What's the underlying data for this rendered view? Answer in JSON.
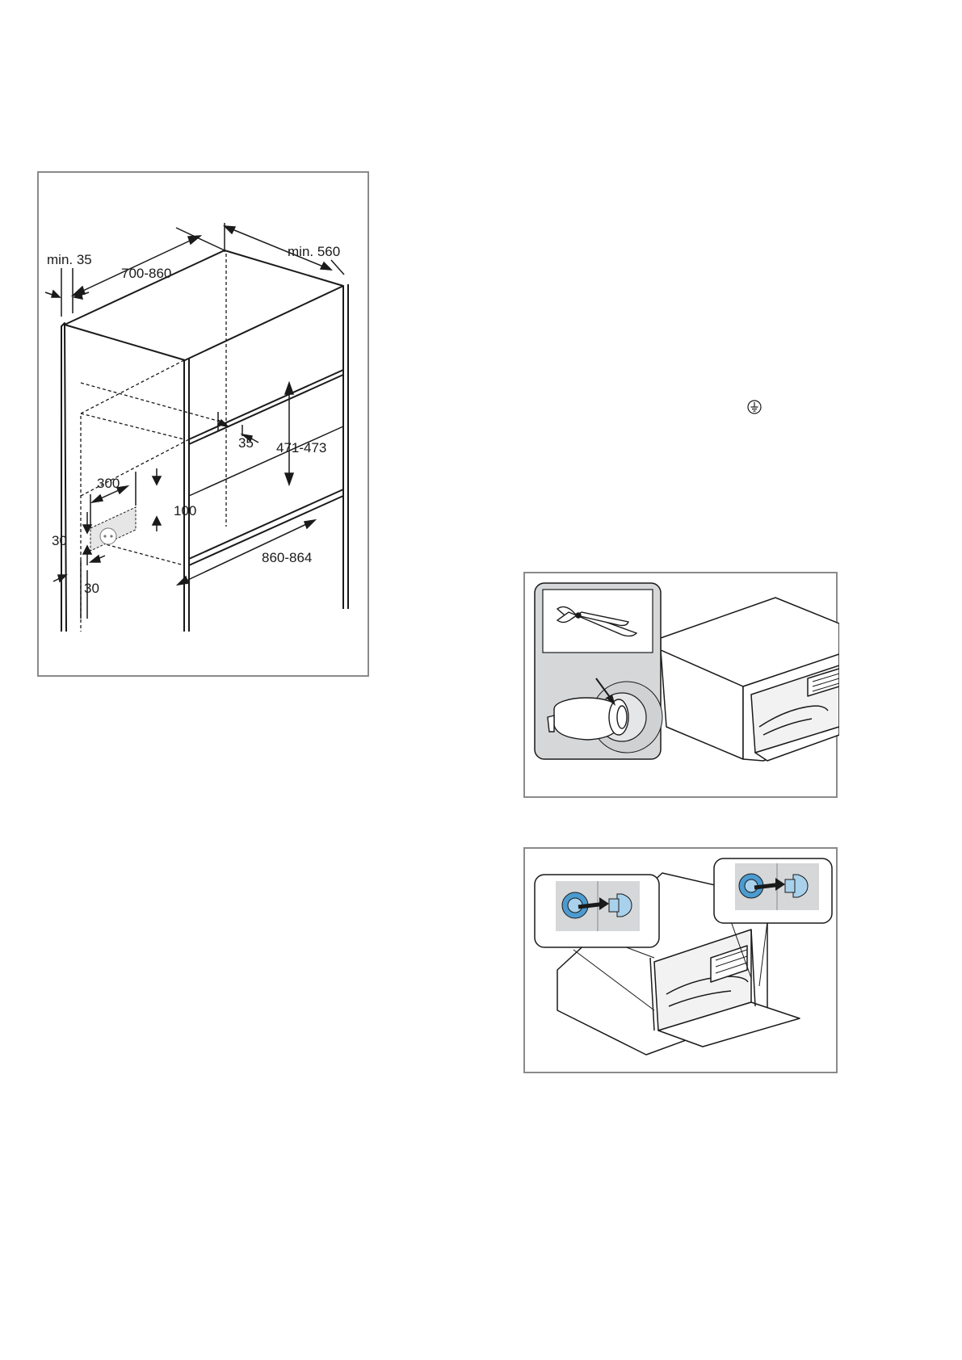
{
  "cabinet_figure": {
    "dimensions": {
      "min_side_gap": "min. 35",
      "cabinet_width": "700-860",
      "min_depth": "min. 560",
      "rear_gap": "35",
      "niche_height": "471-473",
      "socket_width": "300",
      "socket_height": "100",
      "socket_offset_top": "30",
      "socket_offset_side": "30",
      "shelf_height": "860-864"
    }
  },
  "symbols": {
    "ground": "ground-symbol-icon"
  },
  "colors": {
    "frame_border": "#8a8a8a",
    "inset_background": "#d5d7d9",
    "accent_blue": "#4b9bd0",
    "line": "#1a1a1a"
  }
}
